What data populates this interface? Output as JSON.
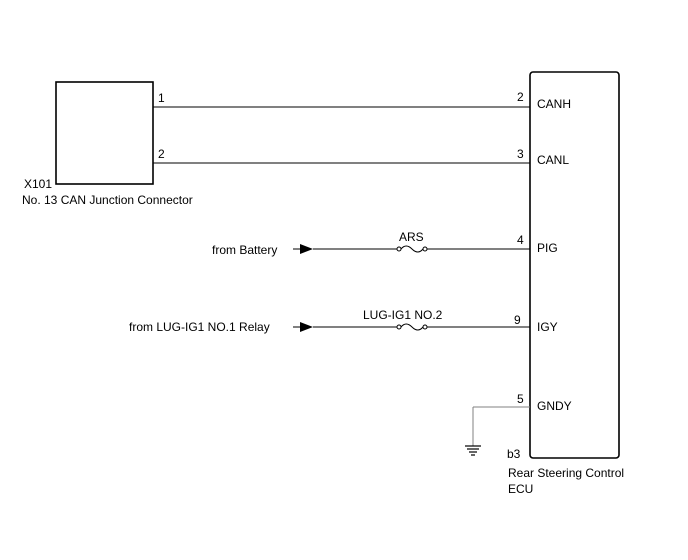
{
  "connector": {
    "code": "X101",
    "name": "No. 13 CAN Junction Connector",
    "pins": [
      "1",
      "2"
    ]
  },
  "ecu": {
    "code": "b3",
    "name_line1": "Rear Steering Control",
    "name_line2": "ECU",
    "pins": [
      {
        "number": "2",
        "label": "CANH"
      },
      {
        "number": "3",
        "label": "CANL"
      },
      {
        "number": "4",
        "label": "PIG"
      },
      {
        "number": "9",
        "label": "IGY"
      },
      {
        "number": "5",
        "label": "GNDY"
      }
    ]
  },
  "inputs": [
    {
      "source": "from Battery",
      "fuse": "ARS"
    },
    {
      "source": "from LUG-IG1 NO.1 Relay",
      "fuse": "LUG-IG1 NO.2"
    }
  ],
  "colors": {
    "line": "#000000",
    "ground_wire": "#808080",
    "background": "#ffffff"
  }
}
